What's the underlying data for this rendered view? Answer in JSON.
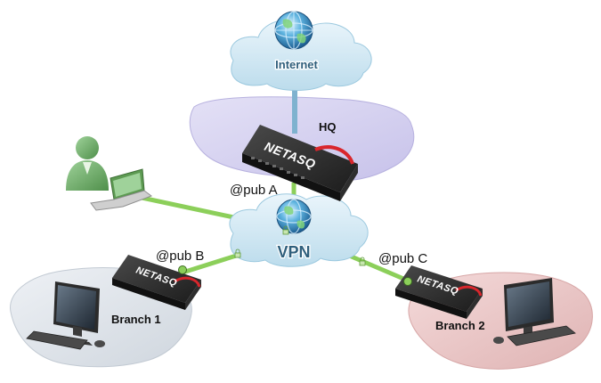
{
  "clouds": {
    "internet": "Internet",
    "vpn": "VPN"
  },
  "sites": {
    "hq": "HQ",
    "branch1": "Branch 1",
    "branch2": "Branch 2"
  },
  "addresses": {
    "pub_a": "@pub A",
    "pub_b": "@pub B",
    "pub_c": "@pub C"
  },
  "firewall_brand": "NETASQ",
  "colors": {
    "hq_zone": "#d6d3ef",
    "branch1_zone": "#dfe4ea",
    "branch2_zone": "#eccaca",
    "cloud": "#cfe6f2",
    "link": "#8ccf5a",
    "firewall": "#2a2a2a"
  }
}
